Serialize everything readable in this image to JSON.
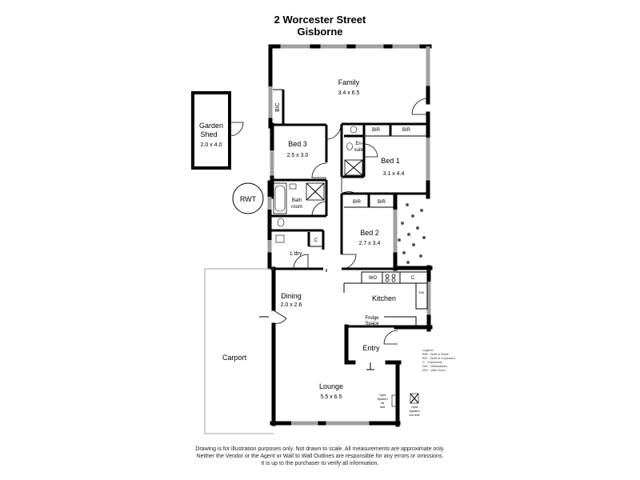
{
  "header": {
    "address_line1": "2 Worcester Street",
    "address_line2": "Gisborne"
  },
  "rooms": {
    "family": {
      "name": "Family",
      "size": "3.4 x 6.5"
    },
    "bed3": {
      "name": "Bed 3",
      "size": "2.5 x 3.0"
    },
    "bed1": {
      "name": "Bed 1",
      "size": "3.1 x 4.4"
    },
    "bed2": {
      "name": "Bed 2",
      "size": "2.7 x 3.4"
    },
    "dining": {
      "name": "Dining",
      "size": "2.0 x 2.6"
    },
    "kitchen": {
      "name": "Kitchen"
    },
    "entry": {
      "name": "Entry"
    },
    "lounge": {
      "name": "Lounge",
      "size": "5.5 x 6.5"
    },
    "carport": {
      "name": "Carport"
    },
    "garden_shed": {
      "name_line1": "Garden",
      "name_line2": "Shed",
      "size": "2.0 x 4.0"
    },
    "bathroom": {
      "line1": "Bath",
      "line2": "room"
    },
    "laundry": {
      "name": "L'dry"
    },
    "ensuite": {
      "line1": "En-",
      "line2": "suite"
    }
  },
  "fixtures": {
    "rwt": "RWT",
    "bic": "BIC",
    "bir_top_left": "BIR",
    "bir_top_right": "BIR",
    "bir_bed2_left": "BIR",
    "bir_bed2_right": "BIR",
    "wo": "WO",
    "c_kitchen": "C",
    "c_laundry": "C",
    "dw": "DW",
    "fridge_line1": "Fridge",
    "fridge_line2": "Space",
    "split_left": [
      "Split",
      "System",
      "int",
      "unit"
    ],
    "split_right": [
      "Split",
      "System",
      "ext unit"
    ]
  },
  "legend": {
    "title": "Legend",
    "items": [
      "BIR - Built in Robe",
      "BIC - Built in Cupboard",
      "C - Cupboard",
      "DW - Dishwasher",
      "WO - Wall Oven"
    ]
  },
  "footer": {
    "line1": "Drawing is for illustration purposes only. Not drawn to scale. All measurements are approximate only.",
    "line2": "Neither the Vendor or the Agent or Wall to Wall Outlines are responsible for any errors or omissions.",
    "line3": "It is up to the purchaser to verify all information."
  },
  "colors": {
    "wall": "#000000",
    "window": "#9a9a9a",
    "text": "#000000"
  }
}
